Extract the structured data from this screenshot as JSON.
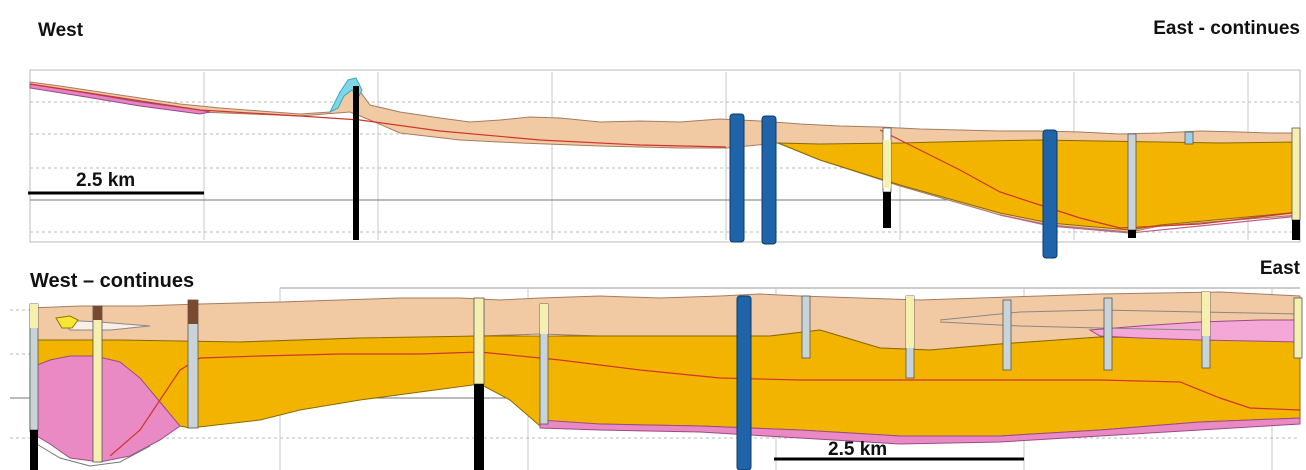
{
  "panel_top": {
    "left_label": "West",
    "right_label": "East - continues",
    "scale_label": "2.5 km"
  },
  "panel_bottom": {
    "left_label": "West – continues",
    "right_label": "East",
    "scale_label": "2.5 km"
  },
  "colors": {
    "upper_unit": "#f1c9a2",
    "middle_unit": "#f3b400",
    "lower_unit": "#ec8ec0",
    "water": "#7ed6e6",
    "borehole_blue": "#1f63a8",
    "borehole_black": "#000000",
    "red_line": "#d0342c"
  }
}
